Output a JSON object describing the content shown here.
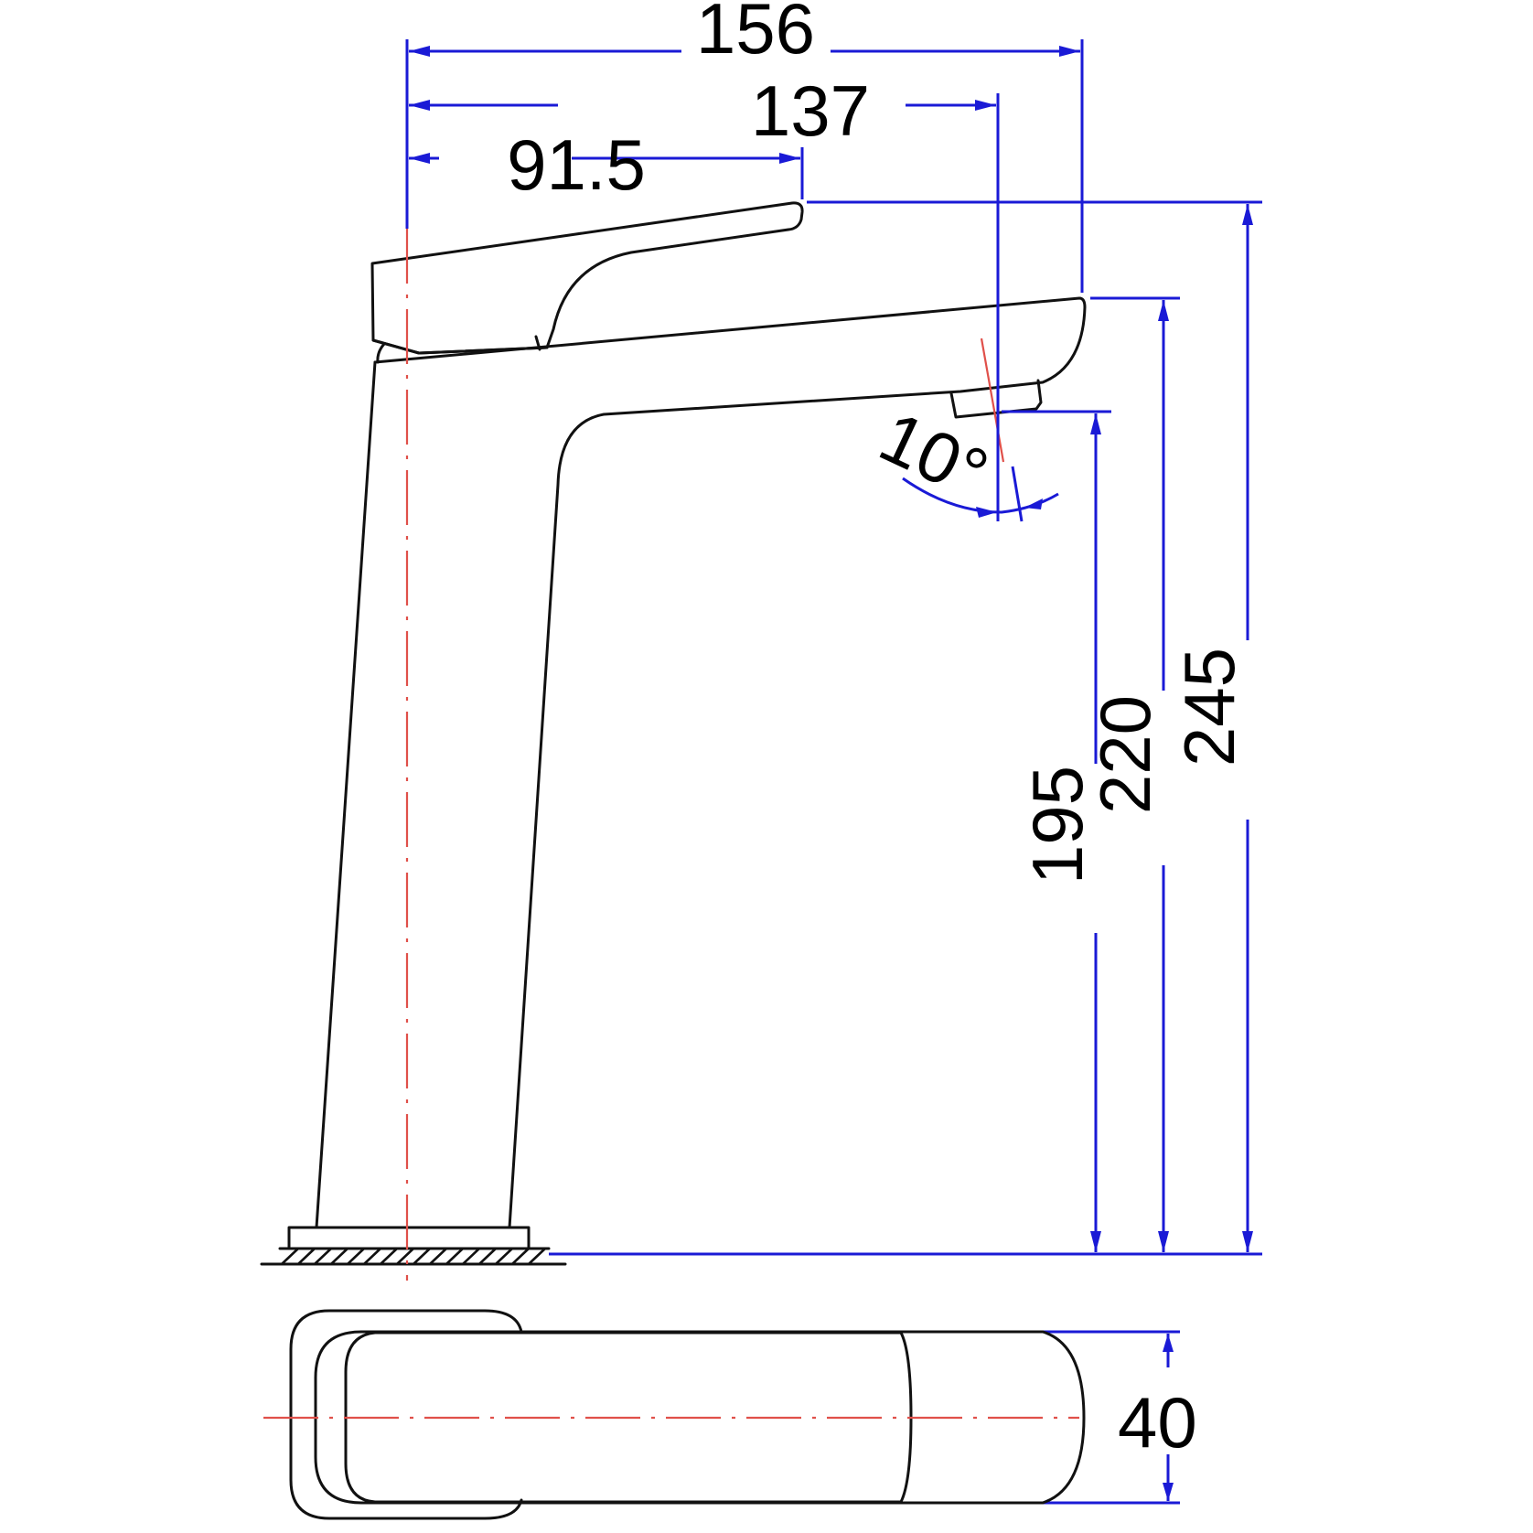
{
  "title": "Faucet technical drawing (side view and top view)",
  "units": "mm",
  "colors": {
    "outline": "#111111",
    "dimension_lines": "#1a1ad6",
    "center_lines": "#e0504a",
    "background": "#ffffff"
  },
  "dimensions": {
    "horizontal": [
      {
        "id": "overall_length",
        "label": "156"
      },
      {
        "id": "spout_outlet_reach",
        "label": "137"
      },
      {
        "id": "handle_reach",
        "label": "91.5"
      }
    ],
    "vertical": [
      {
        "id": "outlet_height",
        "label": "195"
      },
      {
        "id": "spout_top_height",
        "label": "220"
      },
      {
        "id": "overall_height",
        "label": "245"
      }
    ],
    "angle": {
      "id": "outlet_angle",
      "label": "10°"
    },
    "top_view_width": {
      "id": "body_width",
      "label": "40"
    }
  },
  "views": [
    {
      "name": "side-view"
    },
    {
      "name": "top-view"
    }
  ]
}
